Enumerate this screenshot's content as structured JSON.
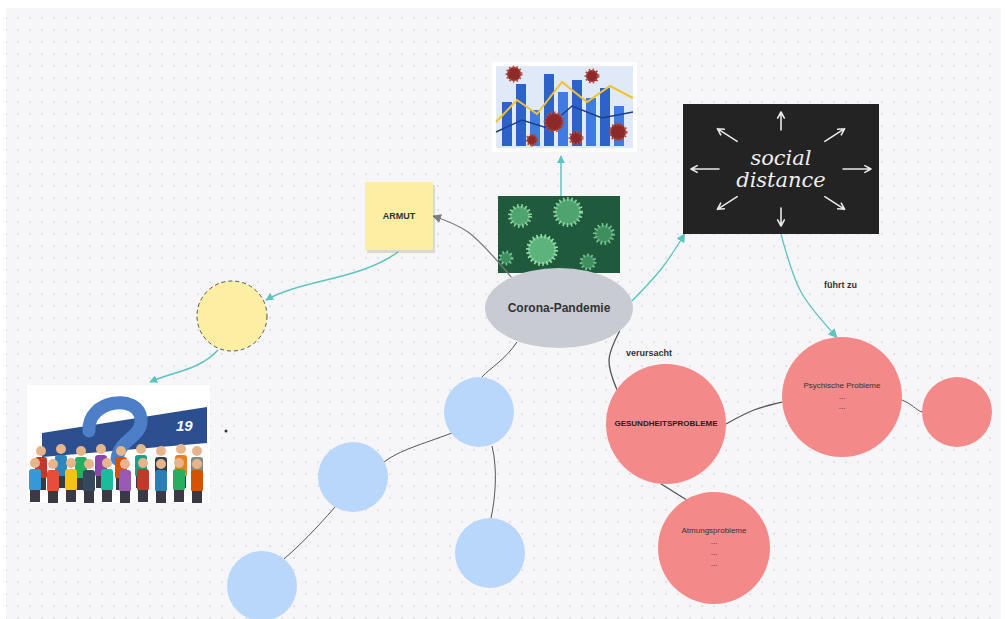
{
  "diagram": {
    "nodes": [
      {
        "text": [
          "Corona-Pandemie"
        ]
      },
      {
        "text": [
          "ARMUT"
        ]
      },
      {
        "text": [
          "social distance"
        ]
      },
      {
        "text": [
          "GESUNDHEITSPROBLEME"
        ]
      },
      {
        "text": [
          "Psychische Probleme",
          "...",
          "..."
        ]
      },
      {
        "text": [
          "Atmungsprobleme",
          "...",
          "...",
          "..."
        ]
      }
    ],
    "edges": [
      {
        "from": 0,
        "to": 1,
        "arrow": "to"
      },
      {
        "from": 0,
        "to": 2,
        "arrow": "to"
      },
      {
        "from": 0,
        "to": 3,
        "label": "verursacht",
        "arrow": "none"
      },
      {
        "from": 2,
        "to": 4,
        "label": "führt zu",
        "arrow": "to"
      },
      {
        "from": 3,
        "to": 4,
        "arrow": "none"
      },
      {
        "from": 3,
        "to": 5,
        "arrow": "none"
      }
    ],
    "labels": [
      "19"
    ]
  }
}
